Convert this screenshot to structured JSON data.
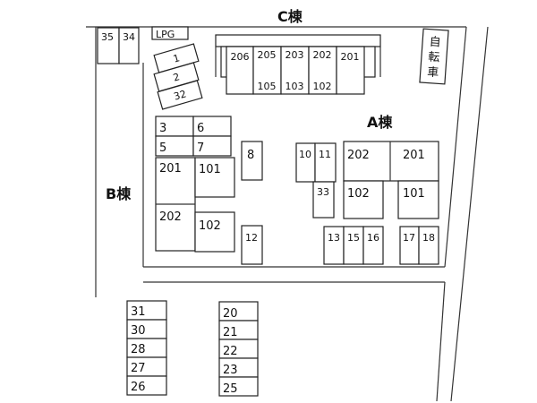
{
  "buildings": {
    "c": "C棟",
    "b": "B棟",
    "a": "A棟"
  },
  "c_building": {
    "top_rooms": [
      "206",
      "205",
      "203",
      "202",
      "201"
    ],
    "bottom_rooms": [
      "105",
      "103",
      "102"
    ]
  },
  "b_building": {
    "rooms": [
      "201",
      "101",
      "202",
      "102"
    ]
  },
  "a_building": {
    "rooms": [
      "202",
      "201",
      "102",
      "101"
    ]
  },
  "bike_shed": [
    "自",
    "転",
    "車"
  ],
  "lpg": "LPG",
  "spaces": {
    "s35": "35",
    "s34": "34",
    "s1": "1",
    "s2": "2",
    "s32": "32",
    "s3": "3",
    "s6": "6",
    "s5": "5",
    "s7": "7",
    "s8": "8",
    "s12": "12",
    "s10": "10",
    "s11": "11",
    "s33": "33",
    "s13": "13",
    "s15": "15",
    "s16": "16",
    "s17": "17",
    "s18": "18",
    "s31": "31",
    "s30": "30",
    "s28": "28",
    "s27": "27",
    "s26": "26",
    "s20": "20",
    "s21": "21",
    "s22": "22",
    "s23": "23",
    "s25": "25"
  }
}
